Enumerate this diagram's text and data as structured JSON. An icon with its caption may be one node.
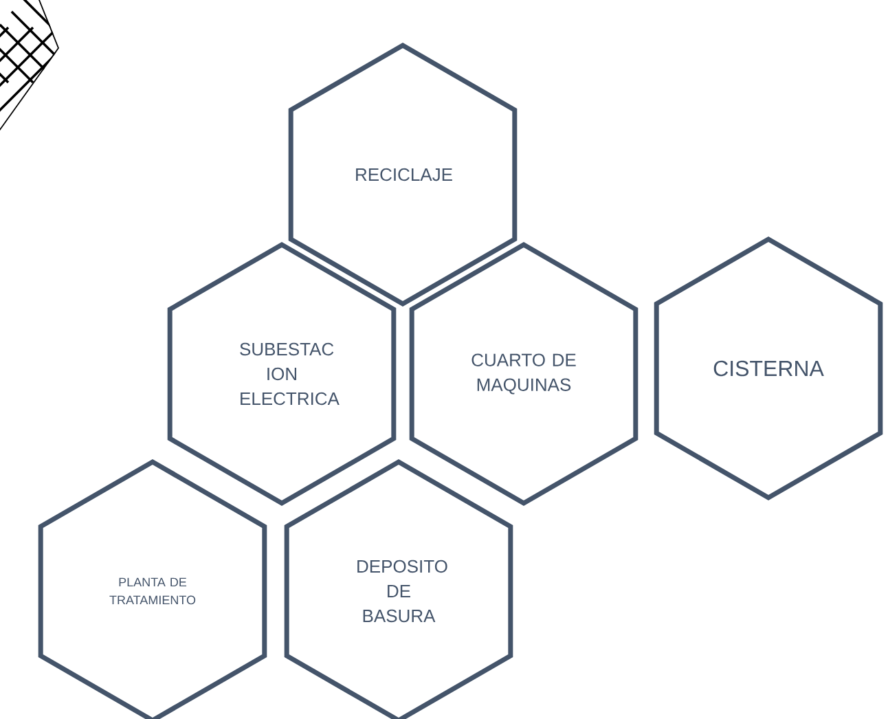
{
  "diagram": {
    "nodes": [
      {
        "text": [
          "RECICLAJE"
        ]
      },
      {
        "text": [
          "SUBESTAC ION ELECTRICA"
        ]
      },
      {
        "text": [
          "CUARTO DE MAQUINAS"
        ]
      },
      {
        "text": [
          "CISTERNA"
        ]
      },
      {
        "text": [
          "PLANTA DE TRATAMIENTO"
        ]
      },
      {
        "text": [
          "DEPOSITO DE BASURA"
        ]
      }
    ]
  }
}
